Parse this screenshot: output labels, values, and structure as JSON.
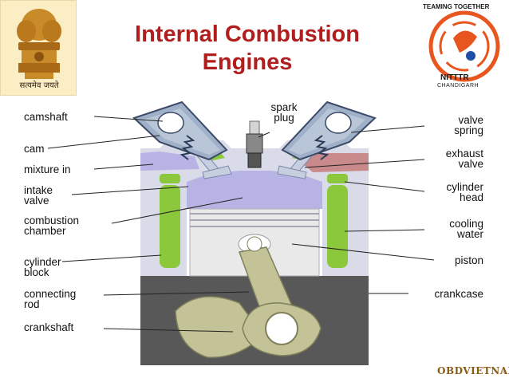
{
  "title": {
    "line1": "Internal Combustion",
    "line2": "Engines"
  },
  "emblem": {
    "caption": "सत्यमेव जयते"
  },
  "logo": {
    "name": "NITTTR",
    "city": "CHANDIGARH",
    "arc": "TEAMING TOGETHER"
  },
  "labels": {
    "camshaft": "camshaft",
    "cam": "cam",
    "mixture_in": "mixture in",
    "intake_valve": "intake\nvalve",
    "combustion_chamber": "combustion\nchamber",
    "cylinder_block": "cylinder\nblock",
    "connecting_rod": "connecting\nrod",
    "crankshaft": "crankshaft",
    "spark_plug": "spark\nplug",
    "valve_spring": "valve\nspring",
    "exhaust_valve": "exhaust\nvalve",
    "cylinder_head": "cylinder\nhead",
    "cooling_water": "cooling\nwater",
    "piston": "piston",
    "crankcase": "crankcase"
  },
  "watermark": "OBDVIETNAM",
  "colors": {
    "title": "#b01e1e",
    "housing": "#d9dbe9",
    "dark": "#585858",
    "water": "#8cc83c",
    "piston": "#e9e9ea",
    "rod": "#c3c397",
    "chamber": "#b7b3e4",
    "exhaust": "#c98a8c"
  }
}
